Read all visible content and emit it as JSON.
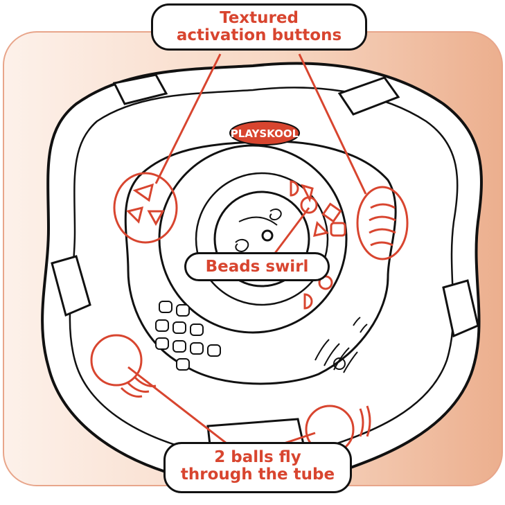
{
  "callouts": {
    "top": {
      "line1": "Textured",
      "line2": "activation buttons"
    },
    "middle": {
      "text": "Beads swirl"
    },
    "bottom": {
      "line1": "2 balls fly",
      "line2": "through the tube"
    }
  },
  "logo": {
    "text": "PLAYSKOOL"
  },
  "colors": {
    "accent": "#d8452f",
    "outline": "#111111",
    "background_gradient_start": "#fdf1ea",
    "background_gradient_end": "#ecaf8e"
  }
}
